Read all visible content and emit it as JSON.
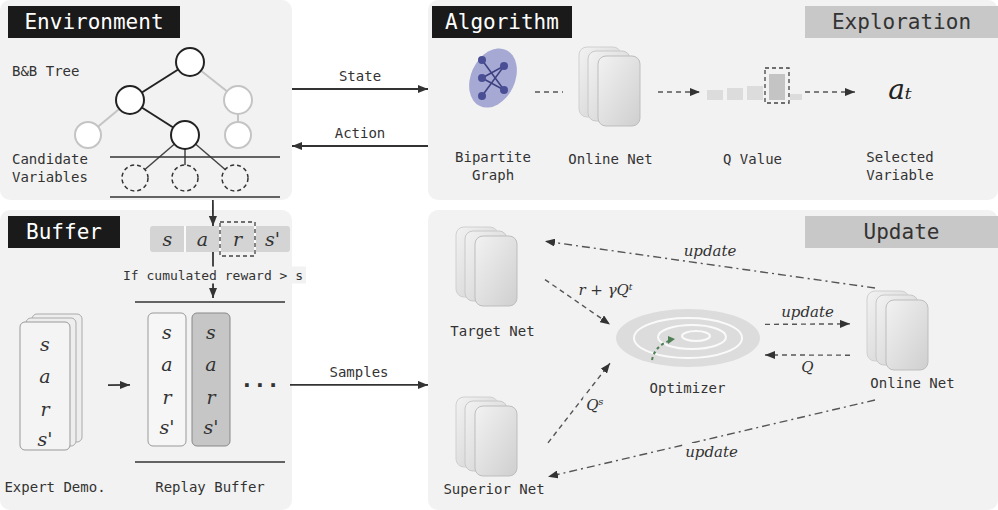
{
  "diagram": {
    "nodes": [
      {
        "text": [
          "Environment"
        ]
      },
      {
        "text": [
          "Algorithm",
          "Exploration"
        ]
      },
      {
        "text": [
          "Buffer"
        ]
      },
      {
        "text": [
          "Update"
        ]
      },
      {
        "text": [
          "B&B Tree",
          "Candidate Variables"
        ],
        "in": 0
      },
      {
        "text": [
          "Bipartite Graph"
        ],
        "in": 1
      },
      {
        "text": [
          "Online Net"
        ],
        "in": 1
      },
      {
        "text": [
          "Q Value"
        ],
        "in": 1
      },
      {
        "text": [
          "aₜ",
          "Selected Variable"
        ],
        "in": 1
      },
      {
        "text": [
          "s",
          "a",
          "r",
          "s'"
        ],
        "in": 2
      },
      {
        "text": [
          "s",
          "a",
          "r",
          "s'",
          "Expert Demo."
        ],
        "in": 2
      },
      {
        "text": [
          "s",
          "a",
          "r",
          "s'",
          "s",
          "a",
          "r",
          "s'",
          "···",
          "Replay Buffer"
        ],
        "in": 2
      },
      {
        "text": [
          "Target Net"
        ],
        "in": 3
      },
      {
        "text": [
          "Superior Net"
        ],
        "in": 3
      },
      {
        "text": [
          "Optimizer"
        ],
        "in": 3
      },
      {
        "text": [
          "Online Net"
        ],
        "in": 3
      }
    ],
    "edges": [
      {
        "from": 0,
        "to": 1,
        "arrow": "to",
        "label": "State"
      },
      {
        "from": 1,
        "to": 0,
        "arrow": "to",
        "label": "Action"
      },
      {
        "from": 5,
        "to": 6,
        "arrow": "none"
      },
      {
        "from": 6,
        "to": 7,
        "arrow": "to"
      },
      {
        "from": 7,
        "to": 8,
        "arrow": "to"
      },
      {
        "from": 0,
        "to": 9,
        "arrow": "to"
      },
      {
        "from": 9,
        "to": 11,
        "arrow": "to",
        "label": "If cumulated reward > s"
      },
      {
        "from": 10,
        "to": 11,
        "arrow": "to"
      },
      {
        "from": 11,
        "to": 3,
        "arrow": "to",
        "label": "Samples"
      },
      {
        "from": 12,
        "to": 14,
        "arrow": "to",
        "label": "r + γQᵗ"
      },
      {
        "from": 13,
        "to": 14,
        "arrow": "to",
        "label": "Qˢ"
      },
      {
        "from": 14,
        "to": 15,
        "arrow": "to",
        "label": "update"
      },
      {
        "from": 15,
        "to": 14,
        "arrow": "to",
        "label": "Q"
      },
      {
        "from": 15,
        "to": 12,
        "arrow": "to",
        "label": "update"
      },
      {
        "from": 15,
        "to": 13,
        "arrow": "to",
        "label": "update"
      }
    ]
  }
}
